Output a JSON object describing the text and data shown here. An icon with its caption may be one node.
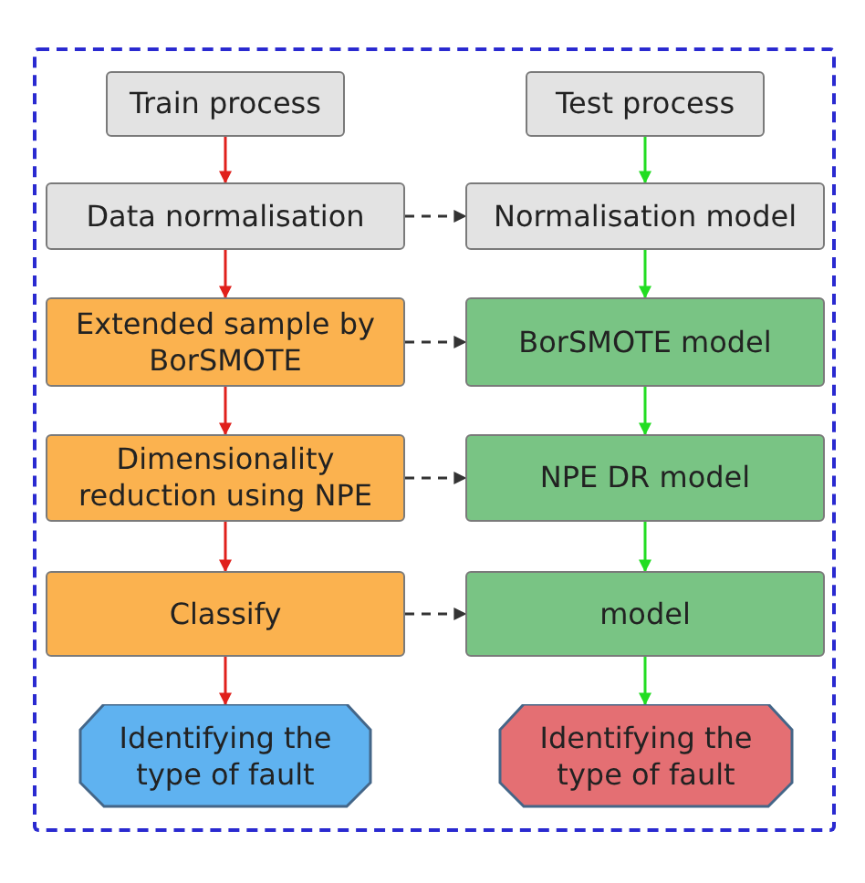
{
  "diagram": {
    "nodes": [
      {
        "text": [
          "Train process"
        ]
      },
      {
        "text": [
          "Test process"
        ]
      },
      {
        "text": [
          "Data normalisation"
        ]
      },
      {
        "text": [
          "Normalisation model"
        ]
      },
      {
        "text": [
          "Extended sample by BorSMOTE"
        ]
      },
      {
        "text": [
          "BorSMOTE model"
        ]
      },
      {
        "text": [
          "Dimensionality reduction using NPE"
        ]
      },
      {
        "text": [
          "NPE DR model"
        ]
      },
      {
        "text": [
          "Classify"
        ]
      },
      {
        "text": [
          "model"
        ]
      },
      {
        "text": [
          "Identifying the type of fault"
        ]
      },
      {
        "text": [
          "Identifying the type of fault"
        ]
      }
    ],
    "edges": [
      {
        "from": 0,
        "to": 2,
        "arrow": "to",
        "color": "#e0201c"
      },
      {
        "from": 2,
        "to": 4,
        "arrow": "to",
        "color": "#e0201c"
      },
      {
        "from": 4,
        "to": 6,
        "arrow": "to",
        "color": "#e0201c"
      },
      {
        "from": 6,
        "to": 8,
        "arrow": "to",
        "color": "#e0201c"
      },
      {
        "from": 8,
        "to": 10,
        "arrow": "to",
        "color": "#e0201c"
      },
      {
        "from": 1,
        "to": 3,
        "arrow": "to",
        "color": "#22dd22"
      },
      {
        "from": 3,
        "to": 5,
        "arrow": "to",
        "color": "#22dd22"
      },
      {
        "from": 5,
        "to": 7,
        "arrow": "to",
        "color": "#22dd22"
      },
      {
        "from": 7,
        "to": 9,
        "arrow": "to",
        "color": "#22dd22"
      },
      {
        "from": 9,
        "to": 11,
        "arrow": "to",
        "color": "#22dd22"
      },
      {
        "from": 2,
        "to": 3,
        "arrow": "to",
        "style": "dashed",
        "color": "#333333"
      },
      {
        "from": 4,
        "to": 5,
        "arrow": "to",
        "style": "dashed",
        "color": "#333333"
      },
      {
        "from": 6,
        "to": 7,
        "arrow": "to",
        "style": "dashed",
        "color": "#333333"
      },
      {
        "from": 8,
        "to": 9,
        "arrow": "to",
        "style": "dashed",
        "color": "#333333"
      }
    ]
  }
}
